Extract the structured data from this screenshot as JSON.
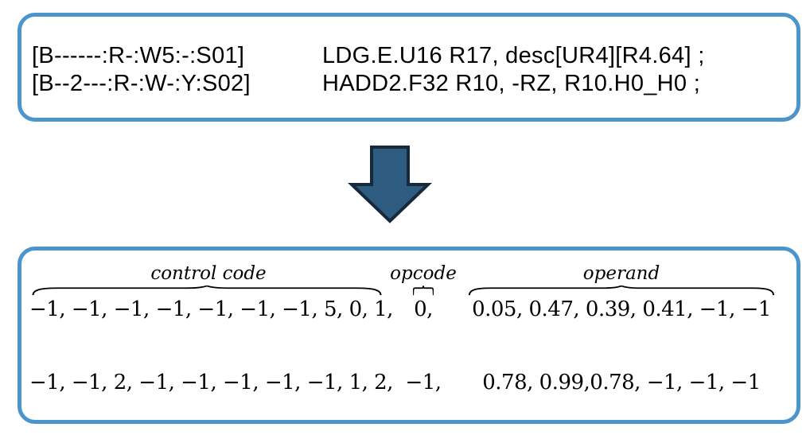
{
  "colors": {
    "background": "#ffffff",
    "text": "#000000",
    "box_border": "#4b94cc",
    "arrow_fill": "#2e5c80",
    "arrow_stroke": "#17293a"
  },
  "sass_box": {
    "lines": [
      {
        "control": "[B------:R-:W5:-:S01]",
        "instruction": "LDG.E.U16 R17, desc[UR4][R4.64] ;"
      },
      {
        "control": "[B--2---:R-:W-:Y:S02]",
        "instruction": "HADD2.F32 R10, -RZ, R10.H0_H0 ;"
      }
    ]
  },
  "arrow": {
    "icon": "down-arrow-icon"
  },
  "encoded_box": {
    "labels": {
      "control_code": "control code",
      "opcode": "opcode",
      "operand": "operand"
    },
    "rows": [
      {
        "control_code": "−1, −1, −1, −1, −1, −1, −1, 5, 0, 1,",
        "opcode": "0,",
        "operand": "0.05, 0.47, 0.39, 0.41, −1, −1"
      },
      {
        "control_code": "−1, −1, 2, −1, −1, −1, −1, −1, 1, 2,",
        "opcode": "−1,",
        "operand": "0.78, 0.99,0.78, −1, −1, −1"
      }
    ]
  }
}
